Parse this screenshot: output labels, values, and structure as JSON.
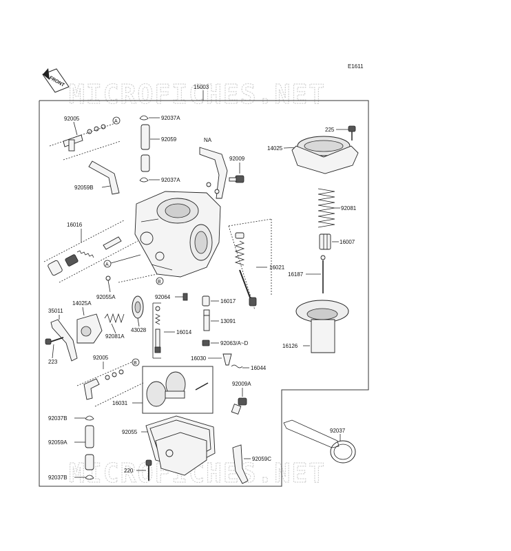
{
  "diagram_code": "E1611",
  "front_label": "FRONT",
  "watermark": "MICROFICHES.NET",
  "labels": {
    "l15003": "15003",
    "l92005a": "92005",
    "la1": "A",
    "l92037a1": "92037A",
    "l92059": "92059",
    "l92037a2": "92037A",
    "lna": "NA",
    "l92009": "92009",
    "l92059b": "92059B",
    "l225": "225",
    "l14025": "14025",
    "l92081": "92081",
    "l16007": "16007",
    "l16016": "16016",
    "la2": "A",
    "l16021": "16021",
    "l16187": "16187",
    "lb1": "B",
    "l92055a": "92055A",
    "l92064": "92064",
    "l16017": "16017",
    "l35011": "35011",
    "l14025a": "14025A",
    "l43028": "43028",
    "l13091": "13091",
    "l92081a": "92081A",
    "l16014": "16014",
    "l16126": "16126",
    "l92063": "92063/A~D",
    "l223": "223",
    "l92005b": "92005",
    "lb2": "B",
    "l16030": "16030",
    "l16044": "16044",
    "l92009a": "92009A",
    "l16031": "16031",
    "l92037b1": "92037B",
    "l92037": "92037",
    "l92055": "92055",
    "l92059a": "92059A",
    "l92059c": "92059C",
    "l220": "220",
    "l92037b2": "92037B"
  }
}
